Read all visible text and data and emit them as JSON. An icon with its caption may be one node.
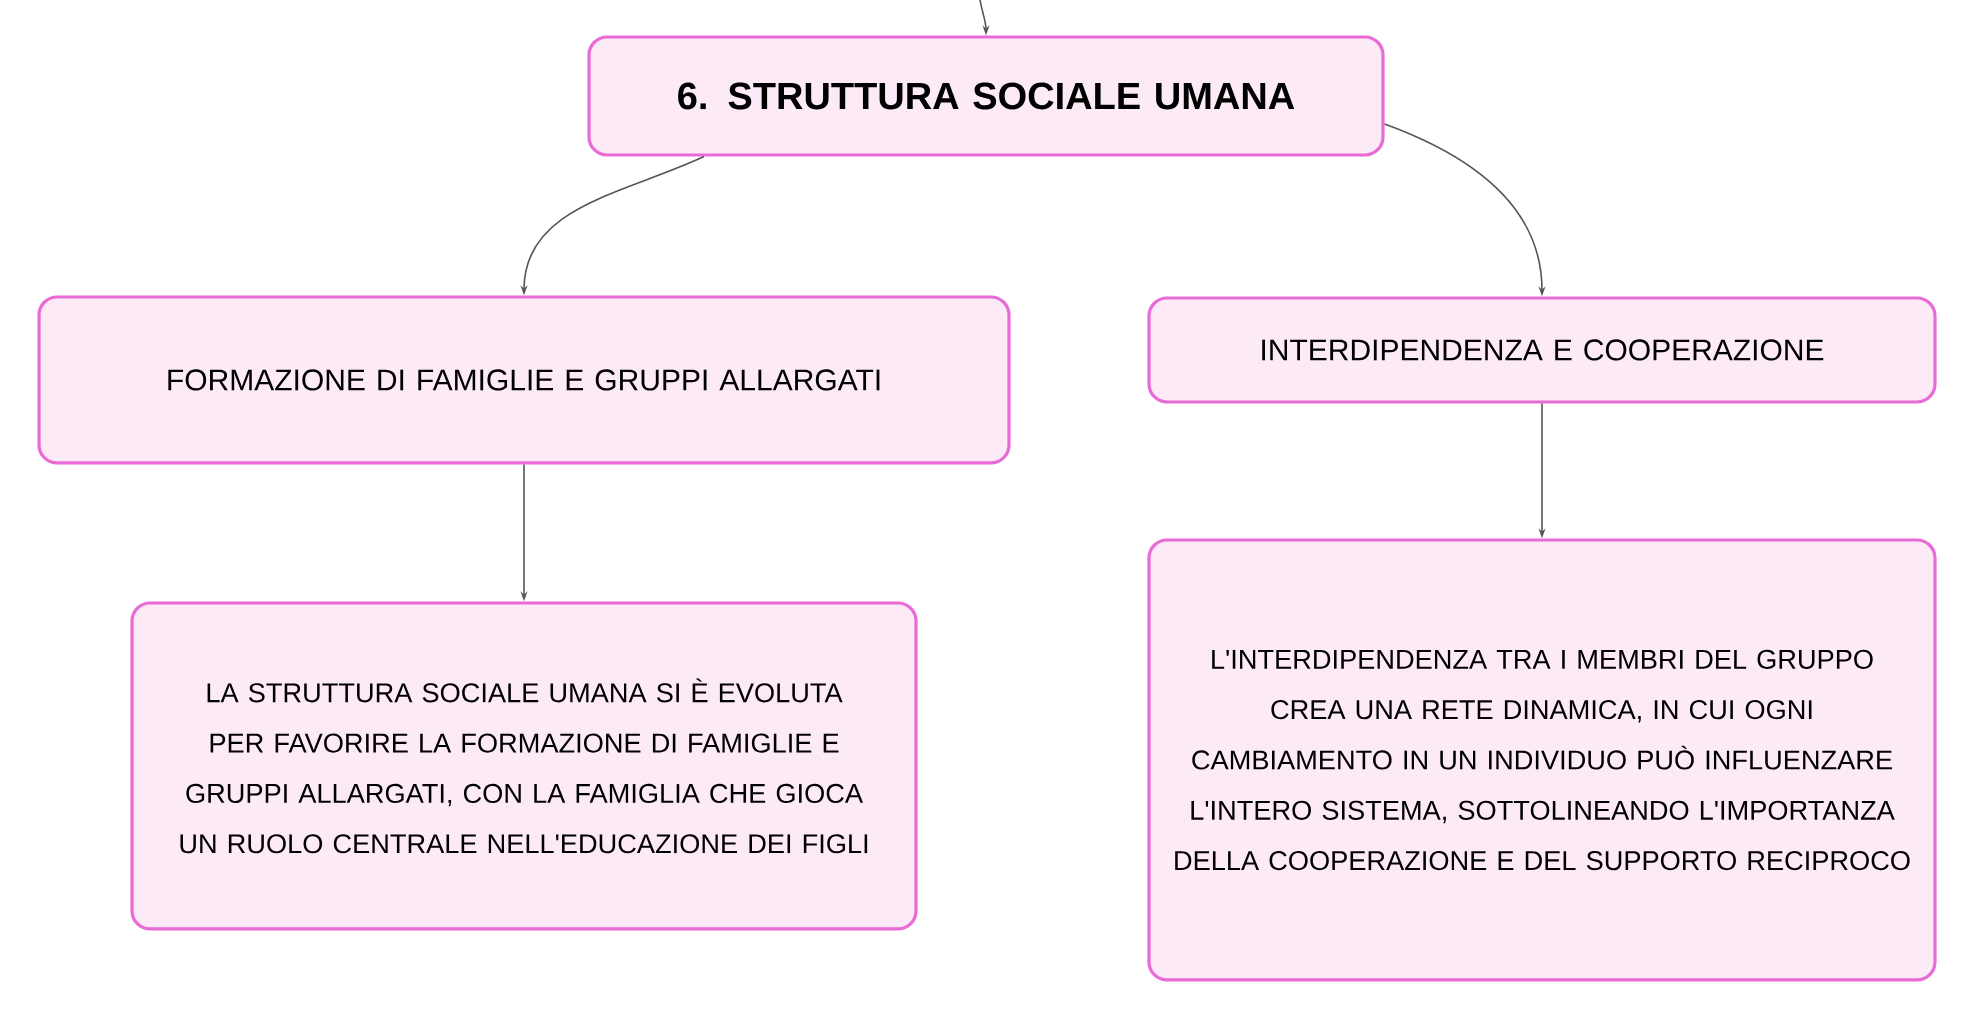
{
  "diagram": {
    "nodes": [
      {
        "text": [
          "6. STRUTTURA SOCIALE UMANA"
        ]
      },
      {
        "text": [
          "FORMAZIONE DI FAMIGLIE E GRUPPI ALLARGATI"
        ]
      },
      {
        "text": [
          "INTERDIPENDENZA E COOPERAZIONE"
        ]
      },
      {
        "text": [
          "LA STRUTTURA SOCIALE UMANA SI È EVOLUTA PER FAVORIRE LA FORMAZIONE DI FAMIGLIE E GRUPPI ALLARGATI, CON LA FAMIGLIA CHE GIOCA UN RUOLO CENTRALE NELL'EDUCAZIONE DEI FIGLI"
        ]
      },
      {
        "text": [
          "L'INTERDIPENDENZA TRA I MEMBRI DEL GRUPPO CREA UNA RETE DINAMICA, IN CUI OGNI CAMBIAMENTO IN UN INDIVIDUO PUÒ INFLUENZARE L'INTERO SISTEMA, SOTTOLINEANDO L'IMPORTANZA DELLA COOPERAZIONE E DEL SUPPORTO RECIPROCO"
        ]
      }
    ],
    "edges": [
      {
        "from": null,
        "to": 0,
        "arrow": "to"
      },
      {
        "from": 0,
        "to": 1,
        "arrow": "to"
      },
      {
        "from": 0,
        "to": 2,
        "arrow": "to"
      },
      {
        "from": 1,
        "to": 3,
        "arrow": "to"
      },
      {
        "from": 2,
        "to": 4,
        "arrow": "to"
      }
    ]
  }
}
